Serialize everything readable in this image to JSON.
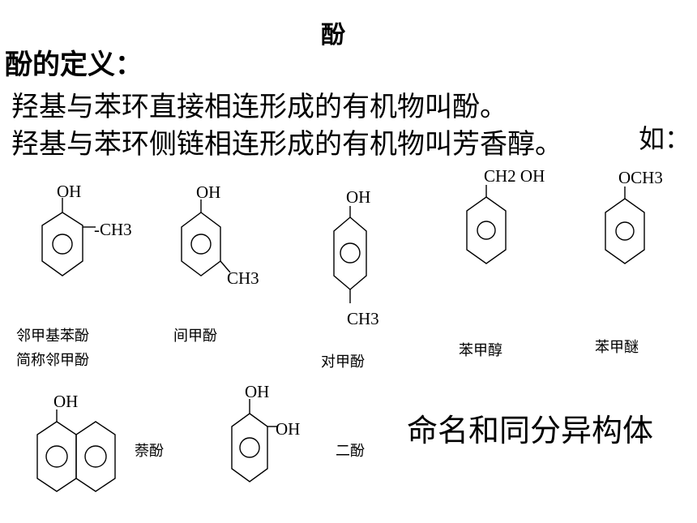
{
  "title": "酚",
  "definition": {
    "heading": "酚的定义：",
    "line1": "羟基与苯环直接相连形成的有机物叫酚。",
    "line2": "羟基与苯环侧链相连形成的有机物叫芳香醇。",
    "line2_suffix": "如："
  },
  "molecules": {
    "o_cresol": {
      "group_oh": "OH",
      "group_ch3": "-CH3",
      "caption_line1": "邻甲基苯酚",
      "caption_line2": "简称邻甲酚"
    },
    "m_cresol": {
      "group_oh": "OH",
      "group_ch3": "CH3",
      "caption": "间甲酚"
    },
    "p_cresol": {
      "group_oh": "OH",
      "group_ch3": "CH3",
      "caption": "对甲酚"
    },
    "benzyl_alcohol": {
      "group": "CH2 OH",
      "caption": "苯甲醇"
    },
    "anisole": {
      "group": "OCH3",
      "caption": "苯甲醚"
    },
    "naphthol": {
      "group_oh": "OH",
      "caption": "萘酚"
    },
    "diphenol": {
      "group_oh_top": "OH",
      "group_oh_side": "OH",
      "caption": "二酚"
    }
  },
  "naming_note": "命名和同分异构体"
}
